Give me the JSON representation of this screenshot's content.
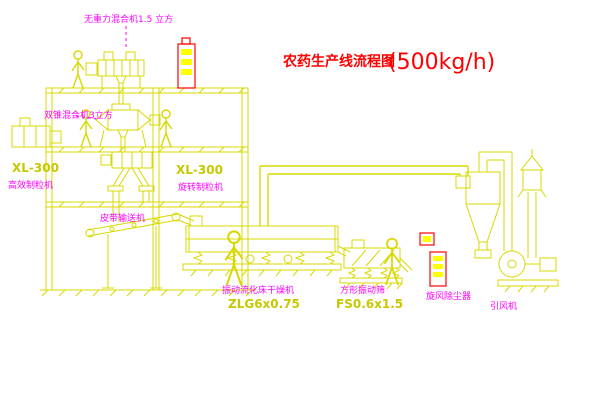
{
  "title": {
    "text": "农药生产线流程图",
    "capacity": "(500kg/h)"
  },
  "labels": {
    "top_mixer": "无重力混合机1.5 立方",
    "double_cone_mixer": "双锥混合机3立方",
    "left_granulator_model": "XL-300",
    "left_granulator_name": "高效制粒机",
    "center_granulator_model": "XL-300",
    "center_granulator_name": "旋转制粒机",
    "belt_conveyor": "皮带输送机",
    "dryer_name": "振动流化床干燥机",
    "dryer_model": "ZLG6x0.75",
    "screen_name": "方形振动筛",
    "screen_model": "FS0.6x1.5",
    "cyclone": "旋风除尘器",
    "fan": "引风机"
  },
  "colors": {
    "line": "#d8d800",
    "label": "#ff00ff",
    "title": "#ff0000",
    "model_text": "#c8c800",
    "cabinet": "#ff0000",
    "cabinet_fill": "#ffff00",
    "background": "#ffffff"
  }
}
